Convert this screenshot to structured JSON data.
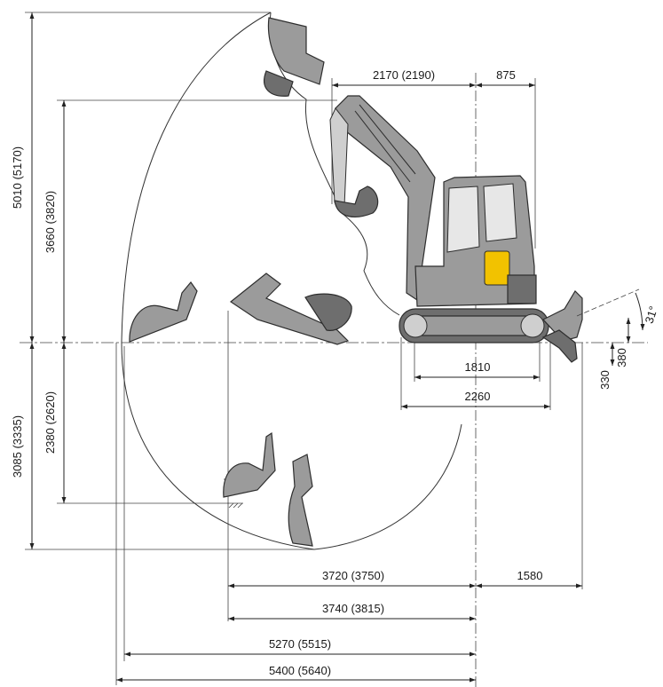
{
  "dimensions": {
    "max_digging_height": "5010 (5170)",
    "max_dump_height": "3660 (3820)",
    "max_vertical_wall_depth": "2380 (2620)",
    "max_digging_depth": "3085 (3335)",
    "front_swing_radius": "2170 (2190)",
    "tail_swing_radius": "875",
    "track_length_ground": "1810",
    "track_length": "2260",
    "blade_lift": "380",
    "blade_drop": "330",
    "blade_angle": "31°",
    "boom_offset_1": "3720 (3750)",
    "blade_reach": "1580",
    "boom_offset_2": "3740 (3815)",
    "max_reach_ground": "5270 (5515)",
    "max_reach": "5400 (5640)"
  },
  "colors": {
    "machine": "#9b9b9b",
    "machine_dark": "#6e6e6e",
    "accent": "#f2c200",
    "lines": "#222222"
  }
}
